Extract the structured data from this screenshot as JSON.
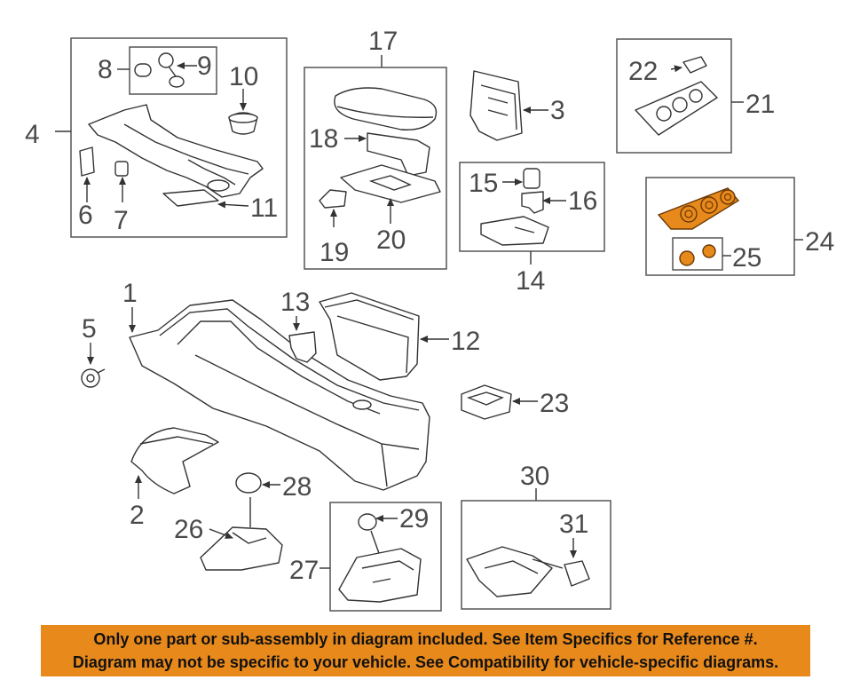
{
  "diagram": {
    "callouts": {
      "c1": "1",
      "c2": "2",
      "c3": "3",
      "c4": "4",
      "c5": "5",
      "c6": "6",
      "c7": "7",
      "c8": "8",
      "c9": "9",
      "c10": "10",
      "c11": "11",
      "c12": "12",
      "c13": "13",
      "c14": "14",
      "c15": "15",
      "c16": "16",
      "c17": "17",
      "c18": "18",
      "c19": "19",
      "c20": "20",
      "c21": "21",
      "c22": "22",
      "c23": "23",
      "c24": "24",
      "c25": "25",
      "c26": "26",
      "c27": "27",
      "c28": "28",
      "c29": "29",
      "c30": "30",
      "c31": "31"
    },
    "highlighted_part": "24",
    "highlight_color": "#e8891c"
  },
  "banner": {
    "line1": "Only one part or sub-assembly in diagram included. See Item Specifics for Reference #.",
    "line2": "Diagram may not be specific to your vehicle. See Compatibility for vehicle-specific diagrams.",
    "background": "#e8891c"
  }
}
